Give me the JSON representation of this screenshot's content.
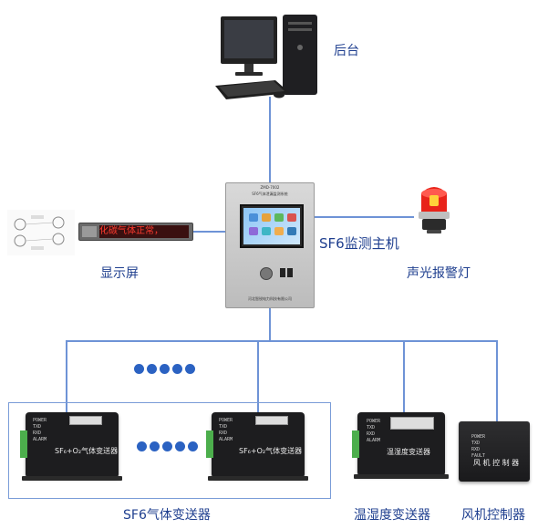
{
  "nodes": {
    "backend": {
      "label": "后台"
    },
    "host": {
      "label": "SF6监测主机",
      "panel_title": "SF6气体泄漏监测系统",
      "model": "ZMD-7002",
      "footer": "河北智锐电力科技有限公司"
    },
    "display": {
      "label": "显示屏",
      "scroll_text": "化碳气体正常，   "
    },
    "alarm": {
      "label": "声光报警灯"
    },
    "sf6_transmitters": {
      "label": "SF6气体变送器",
      "device_text": "SF₆+O₂气体变送器",
      "indicators": [
        "POWER",
        "TXD",
        "RXD",
        "ALARM"
      ]
    },
    "temp_humidity": {
      "label": "温湿度变送器",
      "device_text": "温湿度变送器",
      "indicators": [
        "POWER",
        "TXD",
        "RXD",
        "ALARM"
      ]
    },
    "fan_controller": {
      "label": "风机控制器",
      "device_text": "风 机 控 制 器",
      "indicators": [
        "POWER",
        "TXD",
        "RXD",
        "FAULT"
      ]
    }
  },
  "colors": {
    "line": "#6e93d6",
    "label": "#1f3f8f",
    "dots": "#2b62c2",
    "terminal": "#4cae4c"
  }
}
